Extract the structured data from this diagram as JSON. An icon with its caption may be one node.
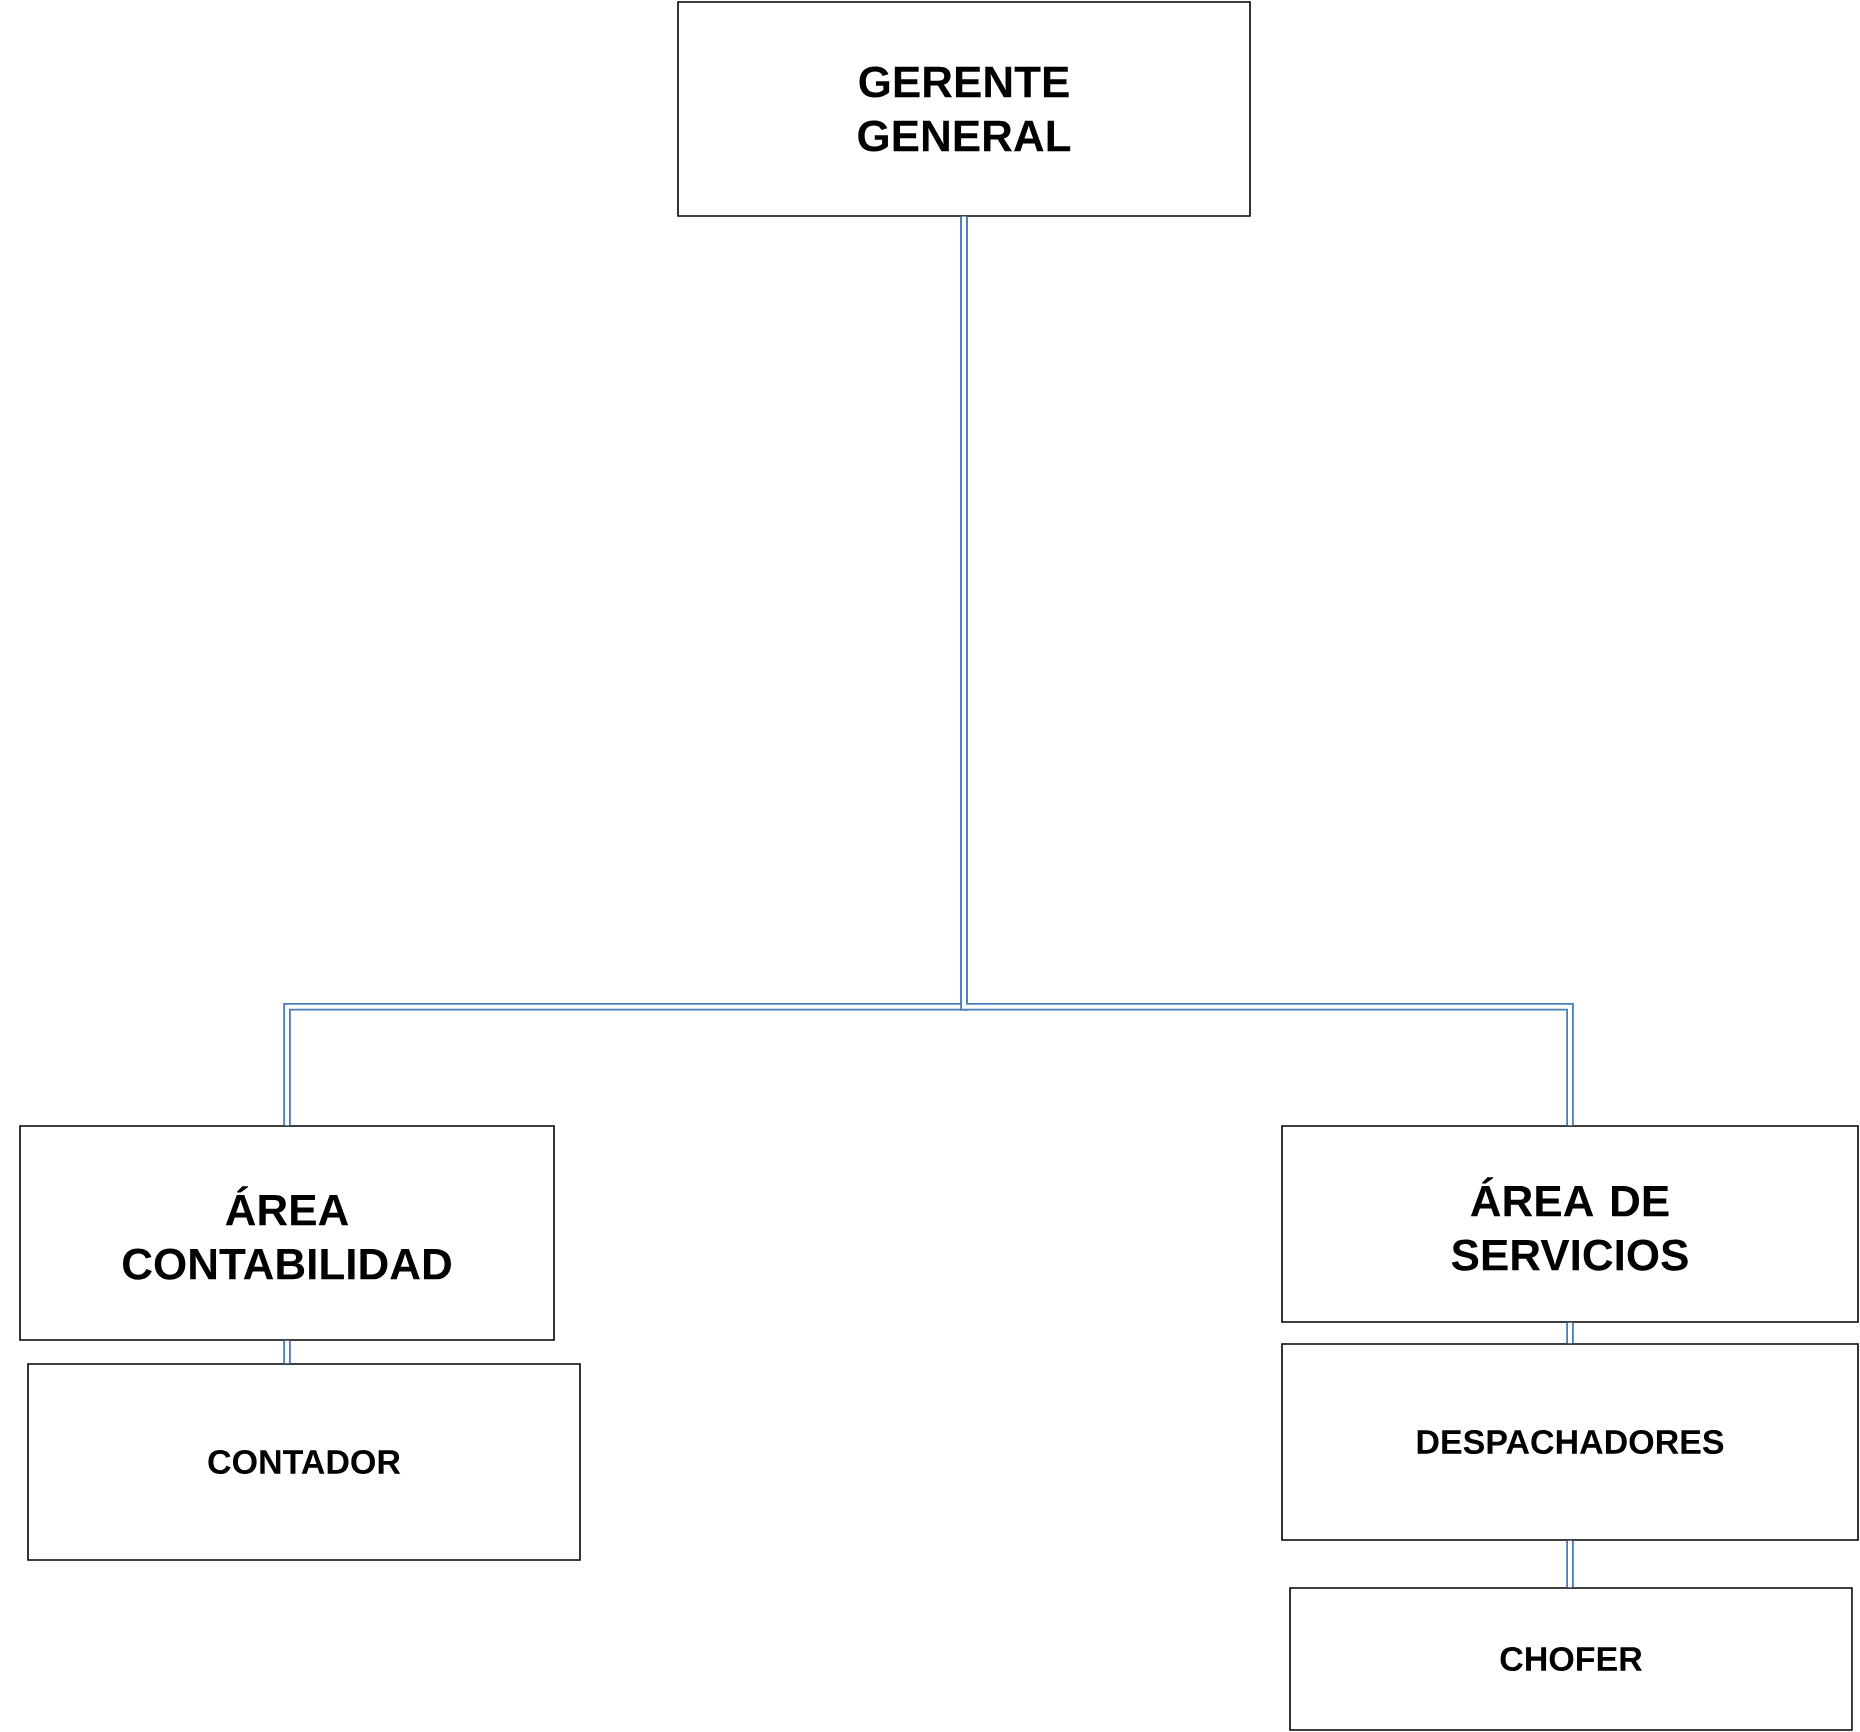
{
  "diagram": {
    "nodes": [
      {
        "text": [
          "GERENTE GENERAL"
        ]
      },
      {
        "text": [
          "ÁREA CONTABILIDAD"
        ]
      },
      {
        "text": [
          "ÁREA DE SERVICIOS"
        ]
      },
      {
        "text": [
          "CONTADOR"
        ]
      },
      {
        "text": [
          "DESPACHADORES"
        ]
      },
      {
        "text": [
          "CHOFER"
        ]
      }
    ],
    "edges": [
      {
        "from": 0,
        "to": 1,
        "arrow": "none"
      },
      {
        "from": 0,
        "to": 2,
        "arrow": "none"
      },
      {
        "from": 1,
        "to": 3,
        "arrow": "none"
      },
      {
        "from": 2,
        "to": 4,
        "arrow": "none"
      },
      {
        "from": 4,
        "to": 5,
        "arrow": "none"
      }
    ]
  }
}
